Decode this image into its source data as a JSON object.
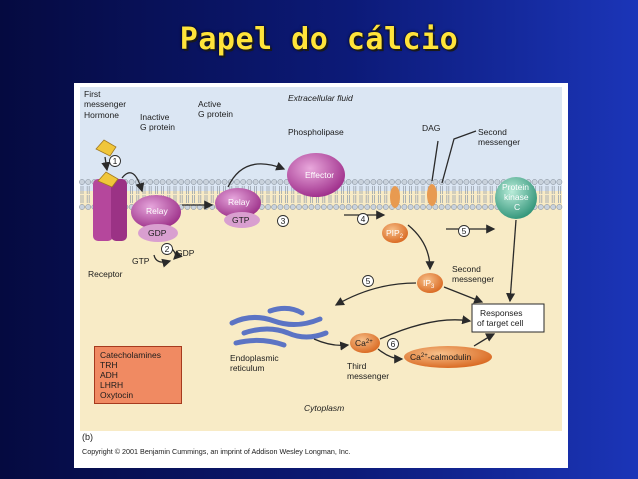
{
  "slide": {
    "title": "Papel do cálcio"
  },
  "diagram": {
    "labels": {
      "first_messenger": [
        "First",
        "messenger"
      ],
      "hormone": "Hormone",
      "inactive_g_protein": [
        "Inactive",
        "G protein"
      ],
      "active_g_protein": [
        "Active",
        "G protein"
      ],
      "extracellular_fluid": "Extracellular fluid",
      "phospholipase": "Phospholipase",
      "dag": "DAG",
      "second_messenger_top": [
        "Second",
        "messenger"
      ],
      "effector": "Effector",
      "protein_kinase_c": [
        "Protein",
        "kinase",
        "C"
      ],
      "relay_inactive": "Relay",
      "relay_active": "Relay",
      "gdp_bound": "GDP",
      "gtp_bound": "GTP",
      "pip2": "PIP",
      "pip2_sub": "2",
      "gtp_in": "GTP",
      "gdp_out": "GDP",
      "receptor": "Receptor",
      "ip3": "IP",
      "ip3_sub": "3",
      "second_messenger_ip3": [
        "Second",
        "messenger"
      ],
      "responses": [
        "Responses",
        "of target cell"
      ],
      "endoplasmic_reticulum": [
        "Endoplasmic",
        "reticulum"
      ],
      "ca": "Ca",
      "ca_sup": "2+",
      "third_messenger": [
        "Third",
        "messenger"
      ],
      "ca_calmodulin_prefix": "Ca",
      "ca_calmodulin_sup": "2+",
      "ca_calmodulin_suffix": "-calmodulin",
      "cytoplasm": "Cytoplasm"
    },
    "steps": [
      "1",
      "2",
      "3",
      "4",
      "5",
      "5",
      "6"
    ],
    "hormones": [
      "Catecholamines",
      "TRH",
      "ADH",
      "LHRH",
      "Oxytocin"
    ],
    "figure_letter": "(b)",
    "copyright": "Copyright © 2001 Benjamin Cummings, an imprint of Addison Wesley Longman, Inc."
  },
  "colors": {
    "background_left": "#050a40",
    "background_right": "#1b35b8",
    "title": "#ffe43a",
    "extracellular": "#dbe6f3",
    "cytoplasm": "#f8ebc6",
    "g_protein": "#a83a92",
    "effector": "#b0379a",
    "kinase": "#3fae8c",
    "messenger_orange": "#e2782a",
    "er": "#5c74c4",
    "hormone_box": "#f08a62"
  }
}
